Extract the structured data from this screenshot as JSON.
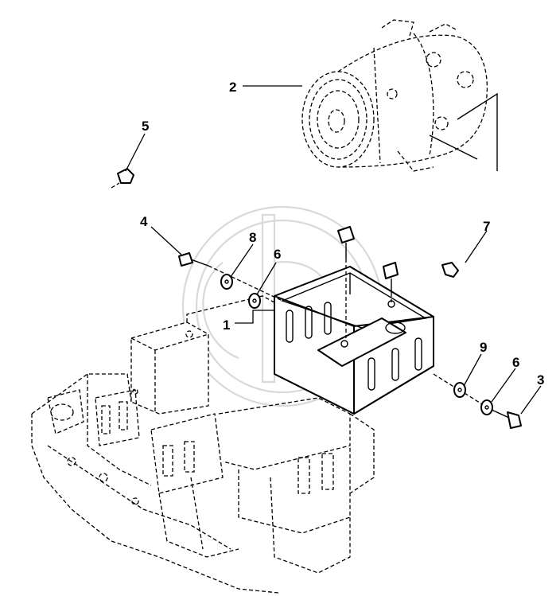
{
  "callouts": {
    "c1": "1",
    "c2": "2",
    "c3": "3",
    "c4": "4",
    "c5": "5",
    "c6a": "6",
    "c6b": "6",
    "c7": "7",
    "c8": "8",
    "c9": "9"
  },
  "colors": {
    "line": "#000000",
    "watermark": "#d9d9d9",
    "background": "#ffffff"
  }
}
